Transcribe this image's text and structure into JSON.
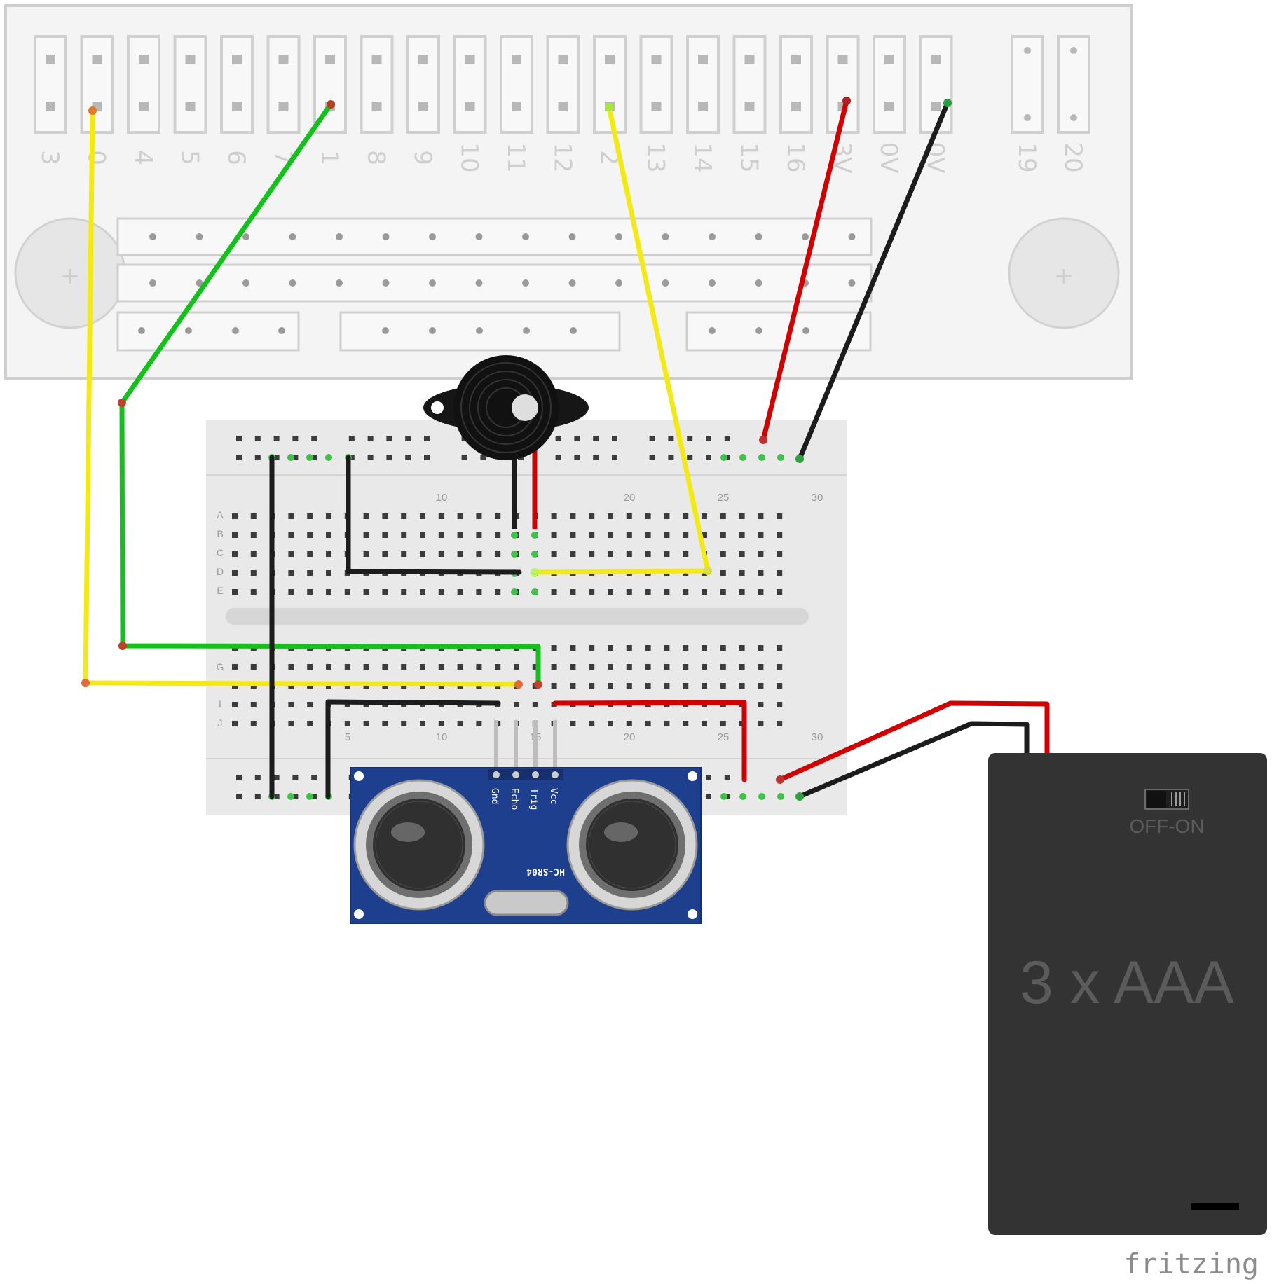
{
  "microbit_edge": {
    "pin_labels": [
      "3",
      "0",
      "4",
      "5",
      "6",
      "7",
      "1",
      "8",
      "9",
      "10",
      "11",
      "12",
      "2",
      "13",
      "14",
      "15",
      "16",
      "3V",
      "0V",
      "0V"
    ],
    "extra_labels": [
      "19",
      "20"
    ],
    "mount_symbol": "+"
  },
  "breadboard": {
    "column_numbers_top": [
      "10",
      "20",
      "25",
      "30"
    ],
    "column_numbers_bottom": [
      "5",
      "10",
      "15",
      "20",
      "25",
      "30"
    ],
    "row_labels_top": [
      "A",
      "B",
      "C",
      "D",
      "E"
    ],
    "row_labels_bottom": [
      "G",
      "I",
      "J"
    ]
  },
  "sensor": {
    "pins": [
      "Gnd",
      "Echo",
      "Trig",
      "Vcc"
    ],
    "name": "HC-SR04"
  },
  "battery": {
    "switch_label": "OFF-ON",
    "label": "3 x AAA"
  },
  "brand": "fritzing",
  "colors": {
    "wire_yellow": "#f2ea12",
    "wire_green": "#12c21a",
    "wire_red": "#d20000",
    "wire_black": "#1c1c1c",
    "sensor_pcb": "#1d3f8e",
    "battery_body": "#333333"
  }
}
